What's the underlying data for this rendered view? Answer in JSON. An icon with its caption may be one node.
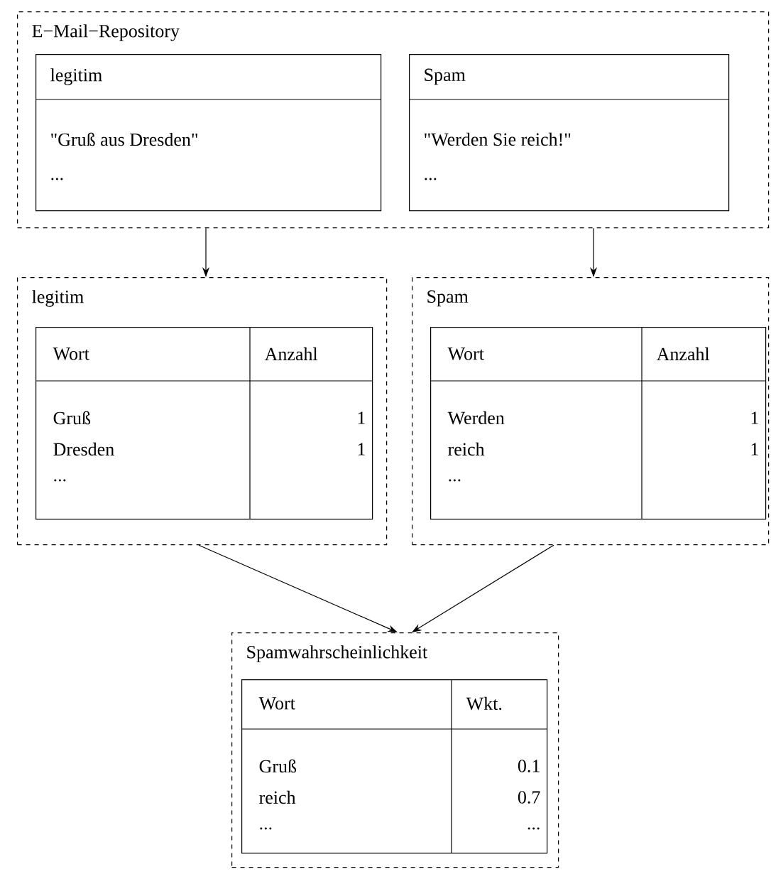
{
  "diagram": {
    "nodes": [
      {
        "text": [
          "E−Mail−Repository"
        ]
      },
      {
        "text": [
          "legitim",
          "\"Gruß aus Dresden\"",
          "..."
        ],
        "in": 0
      },
      {
        "text": [
          "Spam",
          "\"Werden Sie reich!\"",
          "..."
        ],
        "in": 0
      },
      {
        "text": [
          "legitim"
        ]
      },
      {
        "text": [
          "Wort",
          "Anzahl",
          "Gruß",
          "1",
          "Dresden",
          "1",
          "..."
        ],
        "in": 3
      },
      {
        "text": [
          "Spam"
        ]
      },
      {
        "text": [
          "Wort",
          "Anzahl",
          "Werden",
          "1",
          "reich",
          "1",
          "..."
        ],
        "in": 5
      },
      {
        "text": [
          "Spamwahrscheinlichkeit"
        ]
      },
      {
        "text": [
          "Wort",
          "Wkt.",
          "Gruß",
          "0.1",
          "reich",
          "0.7",
          "...",
          "..."
        ],
        "in": 7
      }
    ],
    "edges": [
      {
        "from": 0,
        "to": 3,
        "arrow": "to"
      },
      {
        "from": 0,
        "to": 5,
        "arrow": "to"
      },
      {
        "from": 3,
        "to": 7,
        "arrow": "to"
      },
      {
        "from": 5,
        "to": 7,
        "arrow": "to"
      }
    ]
  }
}
